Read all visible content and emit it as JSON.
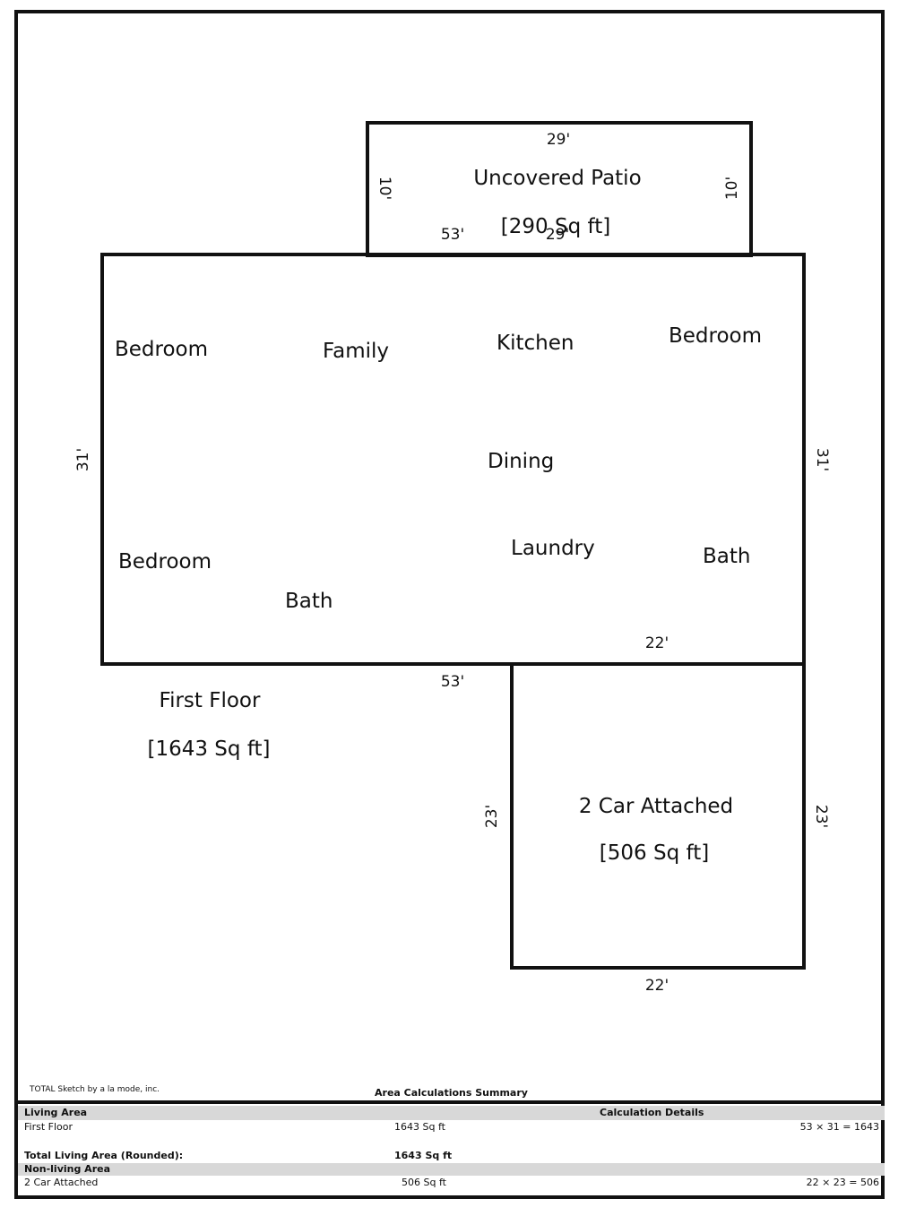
{
  "rooms": {
    "patio": {
      "label": "Uncovered Patio",
      "area": "[290 Sq ft]"
    },
    "first_floor": {
      "label": "First Floor",
      "area": "[1643 Sq ft]",
      "rooms": [
        "Bedroom",
        "Family",
        "Kitchen",
        "Bedroom",
        "Dining",
        "Bedroom",
        "Bath",
        "Laundry",
        "Bath"
      ]
    },
    "garage": {
      "label": "2 Car Attached",
      "area": "[506 Sq ft]"
    }
  },
  "dimensions": {
    "patio_top": "29'",
    "patio_bottom": "29'",
    "patio_left": "10'",
    "patio_right": "10'",
    "floor_top": "53'",
    "floor_bottom": "53'",
    "floor_left": "31'",
    "floor_right": "31'",
    "garage_top": "22'",
    "garage_bottom": "22'",
    "garage_left": "23'",
    "garage_right": "23'"
  },
  "footer": {
    "credit": "TOTAL Sketch by a la mode, inc.",
    "summary_title": "Area Calculations Summary"
  },
  "summary": {
    "living_header": "Living Area",
    "calc_header": "Calculation Details",
    "first_floor_name": "First Floor",
    "first_floor_area": "1643 Sq ft",
    "first_floor_calc": "53 × 31  =  1643",
    "total_label": "Total Living Area (Rounded):",
    "total_value": "1643 Sq ft",
    "nonliving_header": "Non-living Area",
    "garage_name": "2 Car Attached",
    "garage_area": "506 Sq ft",
    "garage_calc": "22 × 23  =    506"
  }
}
